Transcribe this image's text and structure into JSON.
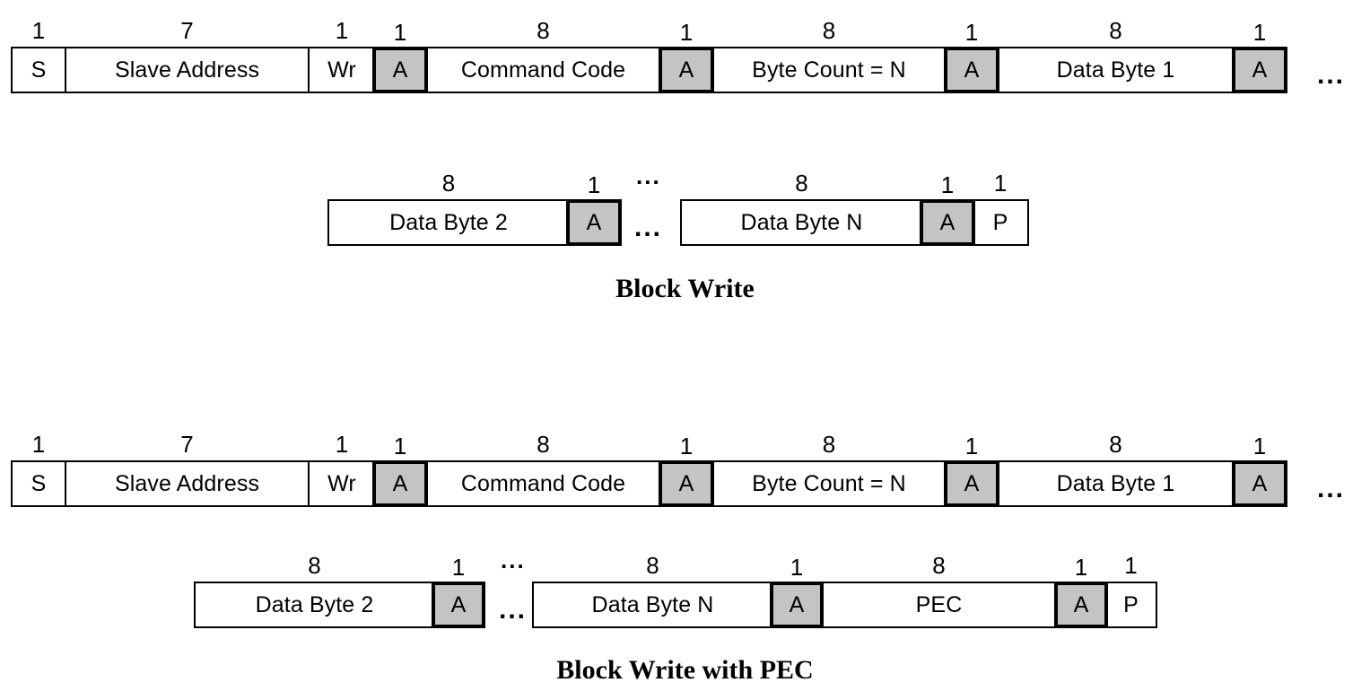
{
  "diagrams": [
    {
      "name": "block-write",
      "caption": "Block Write",
      "rows": [
        {
          "fields": [
            {
              "bits": "1",
              "label": "S",
              "type": "normal"
            },
            {
              "bits": "7",
              "label": "Slave Address",
              "type": "normal"
            },
            {
              "bits": "1",
              "label": "Wr",
              "type": "normal"
            },
            {
              "bits": "1",
              "label": "A",
              "type": "ack"
            },
            {
              "bits": "8",
              "label": "Command Code",
              "type": "normal"
            },
            {
              "bits": "1",
              "label": "A",
              "type": "ack"
            },
            {
              "bits": "8",
              "label": "Byte Count = N",
              "type": "normal"
            },
            {
              "bits": "1",
              "label": "A",
              "type": "ack"
            },
            {
              "bits": "8",
              "label": "Data Byte 1",
              "type": "normal"
            },
            {
              "bits": "1",
              "label": "A",
              "type": "ack"
            }
          ],
          "trailing_ellipsis": "..."
        },
        {
          "fields": [
            {
              "bits": "8",
              "label": "Data Byte 2",
              "type": "normal"
            },
            {
              "bits": "1",
              "label": "A",
              "type": "ack"
            },
            {
              "bits": "8",
              "label": "Data Byte N",
              "type": "normal"
            },
            {
              "bits": "1",
              "label": "A",
              "type": "ack"
            },
            {
              "bits": "1",
              "label": "P",
              "type": "normal"
            }
          ],
          "inner_ellipsis": "...",
          "inner_ellipsis_top": "..."
        }
      ]
    },
    {
      "name": "block-write-with-pec",
      "caption": "Block Write with PEC",
      "rows": [
        {
          "fields": [
            {
              "bits": "1",
              "label": "S",
              "type": "normal"
            },
            {
              "bits": "7",
              "label": "Slave Address",
              "type": "normal"
            },
            {
              "bits": "1",
              "label": "Wr",
              "type": "normal"
            },
            {
              "bits": "1",
              "label": "A",
              "type": "ack"
            },
            {
              "bits": "8",
              "label": "Command Code",
              "type": "normal"
            },
            {
              "bits": "1",
              "label": "A",
              "type": "ack"
            },
            {
              "bits": "8",
              "label": "Byte Count = N",
              "type": "normal"
            },
            {
              "bits": "1",
              "label": "A",
              "type": "ack"
            },
            {
              "bits": "8",
              "label": "Data Byte 1",
              "type": "normal"
            },
            {
              "bits": "1",
              "label": "A",
              "type": "ack"
            }
          ],
          "trailing_ellipsis": "..."
        },
        {
          "fields": [
            {
              "bits": "8",
              "label": "Data Byte 2",
              "type": "normal"
            },
            {
              "bits": "1",
              "label": "A",
              "type": "ack"
            },
            {
              "bits": "8",
              "label": "Data Byte N",
              "type": "normal"
            },
            {
              "bits": "1",
              "label": "A",
              "type": "ack"
            },
            {
              "bits": "8",
              "label": "PEC",
              "type": "normal"
            },
            {
              "bits": "1",
              "label": "A",
              "type": "ack"
            },
            {
              "bits": "1",
              "label": "P",
              "type": "normal"
            }
          ],
          "inner_ellipsis": "...",
          "inner_ellipsis_top": "..."
        }
      ]
    }
  ],
  "colors": {
    "ack_fill": "#c4c4c4",
    "border": "#000000",
    "background": "#ffffff"
  }
}
